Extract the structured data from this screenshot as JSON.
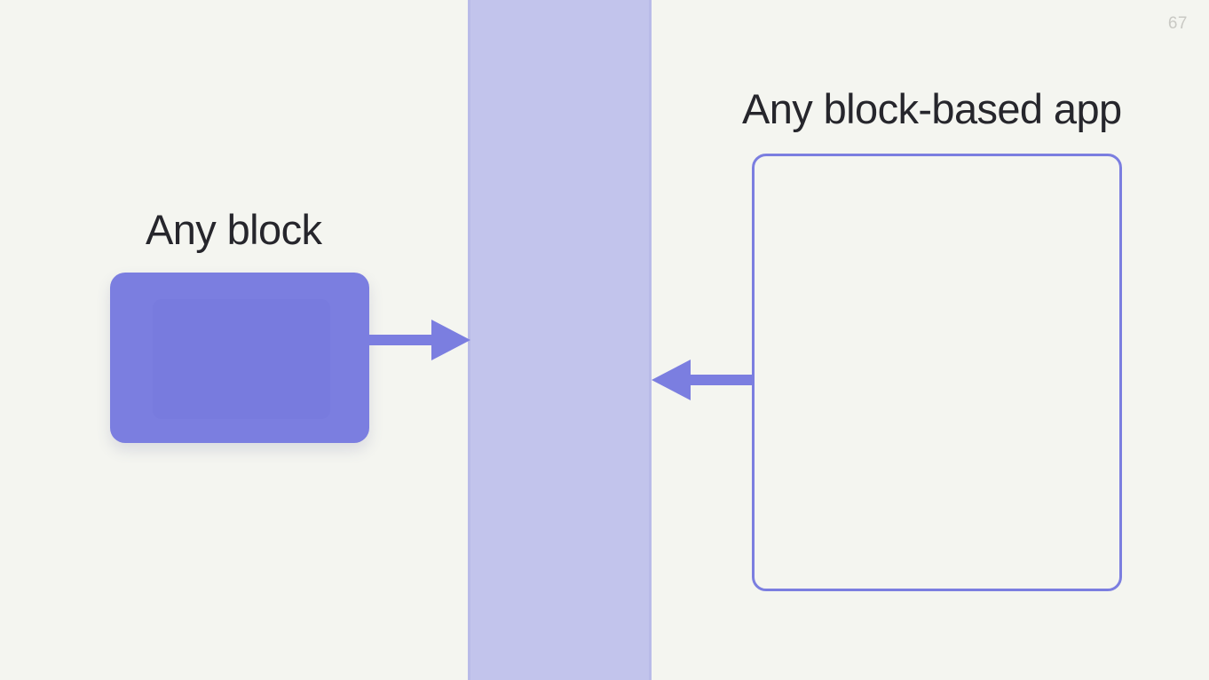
{
  "slide": {
    "page_number": "67",
    "background_color": "#f4f5f0",
    "accent_color": "#7b7ee0",
    "band_color": "#c2c4ec",
    "text_color": "#26262c"
  },
  "left": {
    "title": "Any block",
    "block_label": ""
  },
  "right": {
    "title": "Any block-based app"
  },
  "diagram": {
    "arrow_out_label": "",
    "arrow_in_label": ""
  }
}
